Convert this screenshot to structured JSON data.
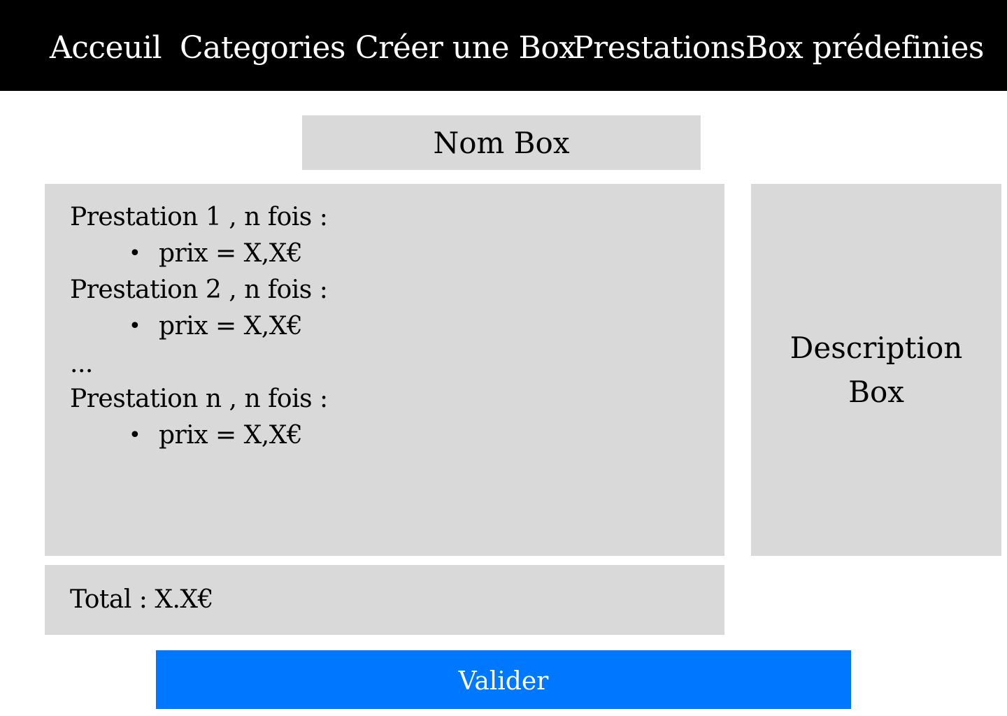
{
  "nav": {
    "items": [
      {
        "label": "Acceuil"
      },
      {
        "label": "Categories"
      },
      {
        "label": "Créer une Box"
      },
      {
        "label": "Prestations"
      },
      {
        "label": "Box prédefinies"
      }
    ]
  },
  "box": {
    "name": "Nom Box",
    "description": "Description Box"
  },
  "prestations": [
    {
      "label": "Prestation 1 ,  n fois :",
      "bullet": "•",
      "price": "prix = X,X€"
    },
    {
      "label": "Prestation 2 ,  n fois :",
      "bullet": "•",
      "price": "prix = X,X€"
    },
    {
      "ellipsis": "..."
    },
    {
      "label": "Prestation n ,  n fois :",
      "bullet": "•",
      "price": "prix = X,X€"
    }
  ],
  "total": {
    "text": "Total : X.X€"
  },
  "actions": {
    "validate_label": "Valider"
  },
  "colors": {
    "nav_background": "#000000",
    "panel_background": "#d9d9d9",
    "button_background": "#0077ff"
  }
}
